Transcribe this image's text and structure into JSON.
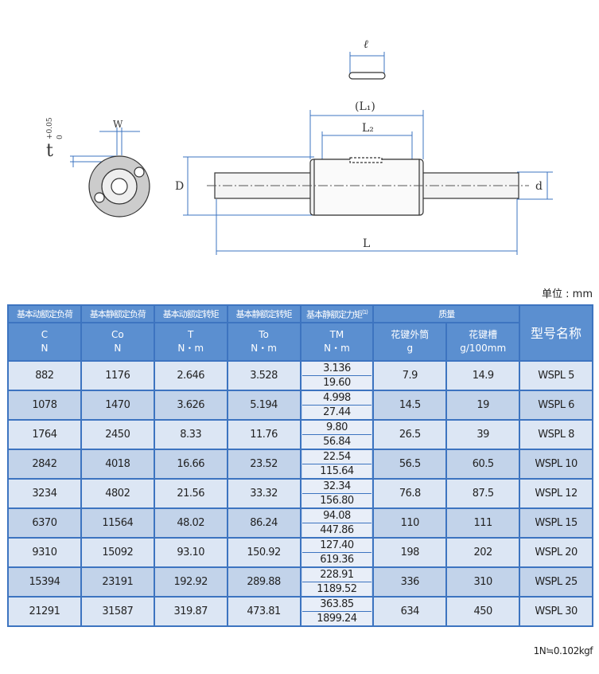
{
  "drawing": {
    "labels": {
      "l_small": "ℓ",
      "L1": "(L₁)",
      "L2": "L₂",
      "D": "D",
      "d": "d",
      "L": "L",
      "W": "W",
      "t": "t",
      "tol_upper": "+0.05",
      "tol_lower": "0"
    }
  },
  "unit": "单位 : mm",
  "header": {
    "c1": "基本动额定负荷",
    "c2": "基本静额定负荷",
    "c3": "基本动额定转矩",
    "c4": "基本静额定转矩",
    "c5": "基本静额定力矩",
    "c5_note": "(1)",
    "mass": "质量",
    "model": "型号名称",
    "s1": "C",
    "u1": "N",
    "s2": "Co",
    "u2": "N",
    "s3": "T",
    "u3": "N・m",
    "s4": "To",
    "u4": "N・m",
    "s5": "TM",
    "u5": "N・m",
    "s6": "花键外筒",
    "u6": "g",
    "s7": "花键槽",
    "u7": "g/100mm"
  },
  "rows": [
    [
      "882",
      "1176",
      "2.646",
      "3.528",
      "3.136",
      "19.60",
      "7.9",
      "14.9",
      "WSPL 5"
    ],
    [
      "1078",
      "1470",
      "3.626",
      "5.194",
      "4.998",
      "27.44",
      "14.5",
      "19",
      "WSPL 6"
    ],
    [
      "1764",
      "2450",
      "8.33",
      "11.76",
      "9.80",
      "56.84",
      "26.5",
      "39",
      "WSPL 8"
    ],
    [
      "2842",
      "4018",
      "16.66",
      "23.52",
      "22.54",
      "115.64",
      "56.5",
      "60.5",
      "WSPL 10"
    ],
    [
      "3234",
      "4802",
      "21.56",
      "33.32",
      "32.34",
      "156.80",
      "76.8",
      "87.5",
      "WSPL 12"
    ],
    [
      "6370",
      "11564",
      "48.02",
      "86.24",
      "94.08",
      "447.86",
      "110",
      "111",
      "WSPL 15"
    ],
    [
      "9310",
      "15092",
      "93.10",
      "150.92",
      "127.40",
      "619.36",
      "198",
      "202",
      "WSPL 20"
    ],
    [
      "15394",
      "23191",
      "192.92",
      "289.88",
      "228.91",
      "1189.52",
      "336",
      "310",
      "WSPL 25"
    ],
    [
      "21291",
      "31587",
      "319.87",
      "473.81",
      "363.85",
      "1899.24",
      "634",
      "450",
      "WSPL 30"
    ]
  ],
  "footnote": "1N≒0.102kgf"
}
